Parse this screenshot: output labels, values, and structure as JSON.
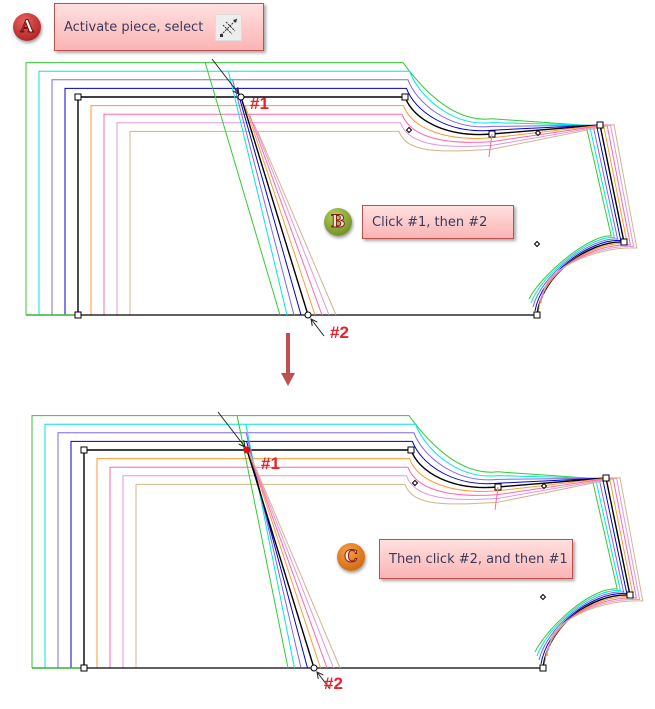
{
  "steps": [
    {
      "badge": "A",
      "text": "Activate piece, select",
      "color": "#b22222"
    },
    {
      "badge": "B",
      "text": "Click #1, then #2",
      "color": "#7a9a2a"
    },
    {
      "badge": "C",
      "text": "Then click #2, and then #1",
      "color": "#e07010"
    }
  ],
  "tool": {
    "icon": "slash-cut-tool-icon"
  },
  "points": {
    "p1": "#1",
    "p2": "#2"
  },
  "colors": {
    "grade_lines": [
      "#33cc33",
      "#00e5e5",
      "#7b68ee",
      "#0000cc",
      "#000000",
      "#ff9933",
      "#ff66aa",
      "#dd99dd",
      "#d2b48c"
    ],
    "label": "#e8202a",
    "flow_arrow": "#c0504d"
  }
}
